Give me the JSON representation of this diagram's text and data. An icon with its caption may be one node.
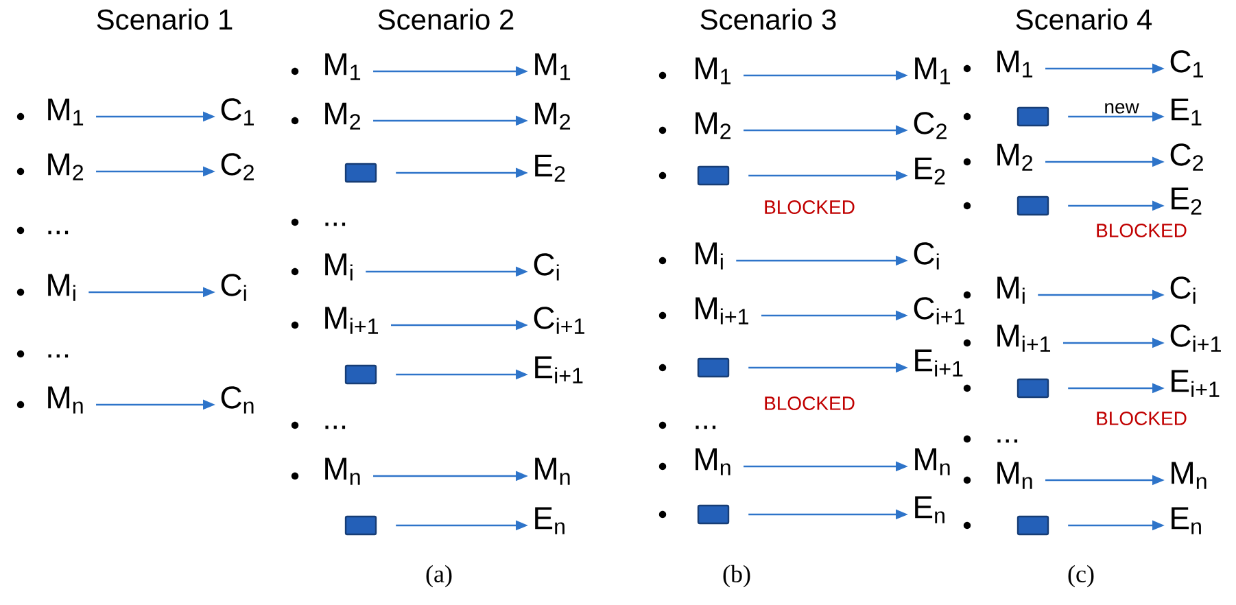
{
  "diagram": {
    "nodes": [
      {
        "text": [
          "M$_{1}$"
        ]
      },
      {
        "text": [
          "C$_{1}$"
        ]
      },
      {
        "text": [
          "M$_{2}$"
        ]
      },
      {
        "text": [
          "C$_{2}$"
        ]
      },
      {
        "text": [
          "M$_{i}$"
        ]
      },
      {
        "text": [
          "C$_{i}$"
        ]
      },
      {
        "text": [
          "M$_{n}$"
        ]
      },
      {
        "text": [
          "C$_{n}$"
        ]
      },
      {
        "text": [
          "M$_{1}$"
        ]
      },
      {
        "text": [
          "M$_{1}$"
        ]
      },
      {
        "text": [
          "M$_{2}$"
        ]
      },
      {
        "text": [
          "M$_{2}$"
        ]
      },
      {
        "text": [],
        "shape": "box"
      },
      {
        "text": [
          "E$_{2}$"
        ]
      },
      {
        "text": [
          "M$_{i}$"
        ]
      },
      {
        "text": [
          "C$_{i}$"
        ]
      },
      {
        "text": [
          "M$_{i+1}$"
        ]
      },
      {
        "text": [
          "C$_{i+1}$"
        ]
      },
      {
        "text": [],
        "shape": "box"
      },
      {
        "text": [
          "E$_{i+1}$"
        ]
      },
      {
        "text": [
          "M$_{n}$"
        ]
      },
      {
        "text": [
          "M$_{n}$"
        ]
      },
      {
        "text": [],
        "shape": "box"
      },
      {
        "text": [
          "E$_{n}$"
        ]
      },
      {
        "text": [
          "M$_{1}$"
        ]
      },
      {
        "text": [
          "M$_{1}$"
        ]
      },
      {
        "text": [
          "M$_{2}$"
        ]
      },
      {
        "text": [
          "C$_{2}$"
        ]
      },
      {
        "text": [],
        "shape": "box"
      },
      {
        "text": [
          "E$_{2}$"
        ]
      },
      {
        "text": [
          "M$_{i}$"
        ]
      },
      {
        "text": [
          "C$_{i}$"
        ]
      },
      {
        "text": [
          "M$_{i+1}$"
        ]
      },
      {
        "text": [
          "C$_{i+1}$"
        ]
      },
      {
        "text": [],
        "shape": "box"
      },
      {
        "text": [
          "E$_{i+1}$"
        ]
      },
      {
        "text": [
          "M$_{n}$"
        ]
      },
      {
        "text": [
          "M$_{n}$"
        ]
      },
      {
        "text": [],
        "shape": "box"
      },
      {
        "text": [
          "E$_{n}$"
        ]
      },
      {
        "text": [
          "M$_{1}$"
        ]
      },
      {
        "text": [
          "C$_{1}$"
        ]
      },
      {
        "text": [],
        "shape": "box"
      },
      {
        "text": [
          "E$_{1}$"
        ]
      },
      {
        "text": [
          "M$_{2}$"
        ]
      },
      {
        "text": [
          "C$_{2}$"
        ]
      },
      {
        "text": [],
        "shape": "box"
      },
      {
        "text": [
          "E$_{2}$"
        ]
      },
      {
        "text": [
          "M$_{i}$"
        ]
      },
      {
        "text": [
          "C$_{i}$"
        ]
      },
      {
        "text": [
          "M$_{i+1}$"
        ]
      },
      {
        "text": [
          "C$_{i+1}$"
        ]
      },
      {
        "text": [],
        "shape": "box"
      },
      {
        "text": [
          "E$_{i+1}$"
        ]
      },
      {
        "text": [
          "M$_{n}$"
        ]
      },
      {
        "text": [
          "M$_{n}$"
        ]
      },
      {
        "text": [],
        "shape": "box"
      },
      {
        "text": [
          "E$_{n}$"
        ]
      }
    ],
    "edges": [
      {
        "from": 0,
        "to": 1,
        "arrow": "to"
      },
      {
        "from": 2,
        "to": 3,
        "arrow": "to"
      },
      {
        "from": 4,
        "to": 5,
        "arrow": "to"
      },
      {
        "from": 6,
        "to": 7,
        "arrow": "to"
      },
      {
        "from": 8,
        "to": 9,
        "arrow": "to"
      },
      {
        "from": 10,
        "to": 11,
        "arrow": "to"
      },
      {
        "from": 12,
        "to": 13,
        "arrow": "to"
      },
      {
        "from": 14,
        "to": 15,
        "arrow": "to"
      },
      {
        "from": 16,
        "to": 17,
        "arrow": "to"
      },
      {
        "from": 18,
        "to": 19,
        "arrow": "to"
      },
      {
        "from": 20,
        "to": 21,
        "arrow": "to"
      },
      {
        "from": 22,
        "to": 23,
        "arrow": "to"
      },
      {
        "from": 24,
        "to": 25,
        "arrow": "to"
      },
      {
        "from": 26,
        "to": 27,
        "arrow": "to"
      },
      {
        "from": 28,
        "to": 29,
        "arrow": "to"
      },
      {
        "from": 30,
        "to": 31,
        "arrow": "to"
      },
      {
        "from": 32,
        "to": 33,
        "arrow": "to"
      },
      {
        "from": 34,
        "to": 35,
        "arrow": "to"
      },
      {
        "from": 36,
        "to": 37,
        "arrow": "to"
      },
      {
        "from": 38,
        "to": 39,
        "arrow": "to"
      },
      {
        "from": 40,
        "to": 41,
        "arrow": "to"
      },
      {
        "from": 42,
        "to": 43,
        "arrow": "to",
        "label": "new"
      },
      {
        "from": 44,
        "to": 45,
        "arrow": "to"
      },
      {
        "from": 46,
        "to": 47,
        "arrow": "to"
      },
      {
        "from": 48,
        "to": 49,
        "arrow": "to"
      },
      {
        "from": 50,
        "to": 51,
        "arrow": "to"
      },
      {
        "from": 52,
        "to": 53,
        "arrow": "to"
      },
      {
        "from": 54,
        "to": 55,
        "arrow": "to"
      },
      {
        "from": 56,
        "to": 57,
        "arrow": "to"
      }
    ],
    "labels": [
      "Scenario 1",
      "Scenario 2",
      "Scenario 3",
      "Scenario 4",
      "...",
      "...",
      "...",
      "...",
      "BLOCKED",
      "BLOCKED",
      "...",
      "BLOCKED",
      "BLOCKED",
      "...",
      "(a)",
      "(b)",
      "(c)"
    ]
  }
}
